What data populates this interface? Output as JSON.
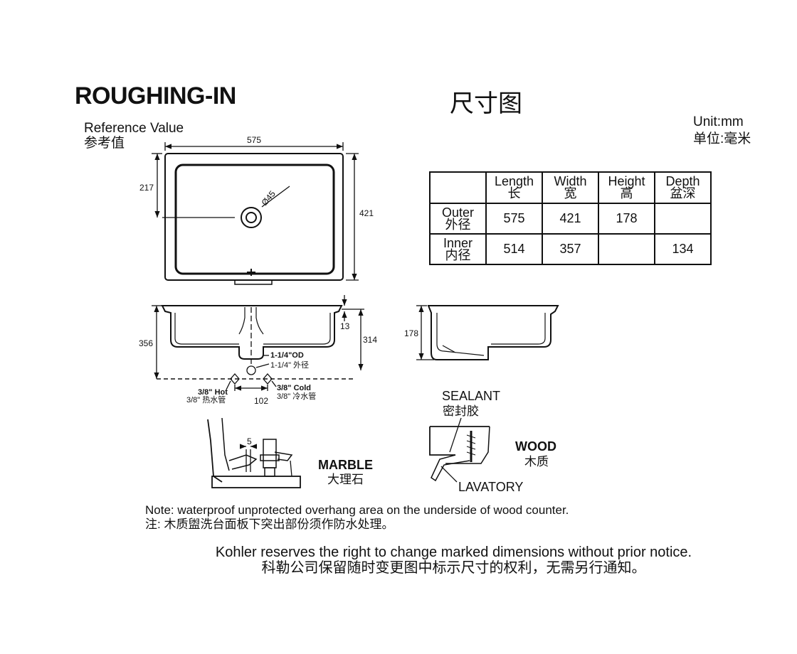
{
  "header": {
    "title": "ROUGHING-IN",
    "title_cn": "尺寸图",
    "reference": "Reference Value",
    "reference_cn": "参考值",
    "unit": "Unit:mm",
    "unit_cn": "单位:毫米"
  },
  "table": {
    "columns": [
      {
        "en": "Length",
        "cn": "长"
      },
      {
        "en": "Width",
        "cn": "宽"
      },
      {
        "en": "Height",
        "cn": "高"
      },
      {
        "en": "Depth",
        "cn": "盆深"
      }
    ],
    "rows": [
      {
        "en": "Outer",
        "cn": "外径",
        "values": [
          "575",
          "421",
          "178",
          ""
        ]
      },
      {
        "en": "Inner",
        "cn": "内径",
        "values": [
          "514",
          "357",
          "",
          "134"
        ]
      }
    ]
  },
  "top_view": {
    "width": "575",
    "depth": "421",
    "drain_offset": "217",
    "drain_dia": "Ø45"
  },
  "front_view": {
    "total": "356",
    "drain_height": "314",
    "rim": "13",
    "od": "1-1/4\"OD",
    "od_cn": "1-1/4\"  外径",
    "hot": "3/8\" Hot",
    "hot_cn": "3/8\" 热水管",
    "cold": "3/8\" Cold",
    "cold_cn": "3/8\" 冷水管",
    "spacing": "102"
  },
  "side_view": {
    "height": "178"
  },
  "marble": {
    "gap": "5",
    "label": "MARBLE",
    "label_cn": "大理石"
  },
  "wood": {
    "sealant": "SEALANT",
    "sealant_cn": "密封胶",
    "label": "WOOD",
    "label_cn": "木质",
    "lavatory": "LAVATORY"
  },
  "notes": {
    "note": "Note: waterproof unprotected overhang area on the underside of wood counter.",
    "note_cn": "注:  木质盥洗台面板下突出部份须作防水处理。",
    "notice": "Kohler reserves the right to change marked dimensions without prior notice.",
    "notice_cn": "科勒公司保留随时变更图中标示尺寸的权利，无需另行通知。"
  }
}
